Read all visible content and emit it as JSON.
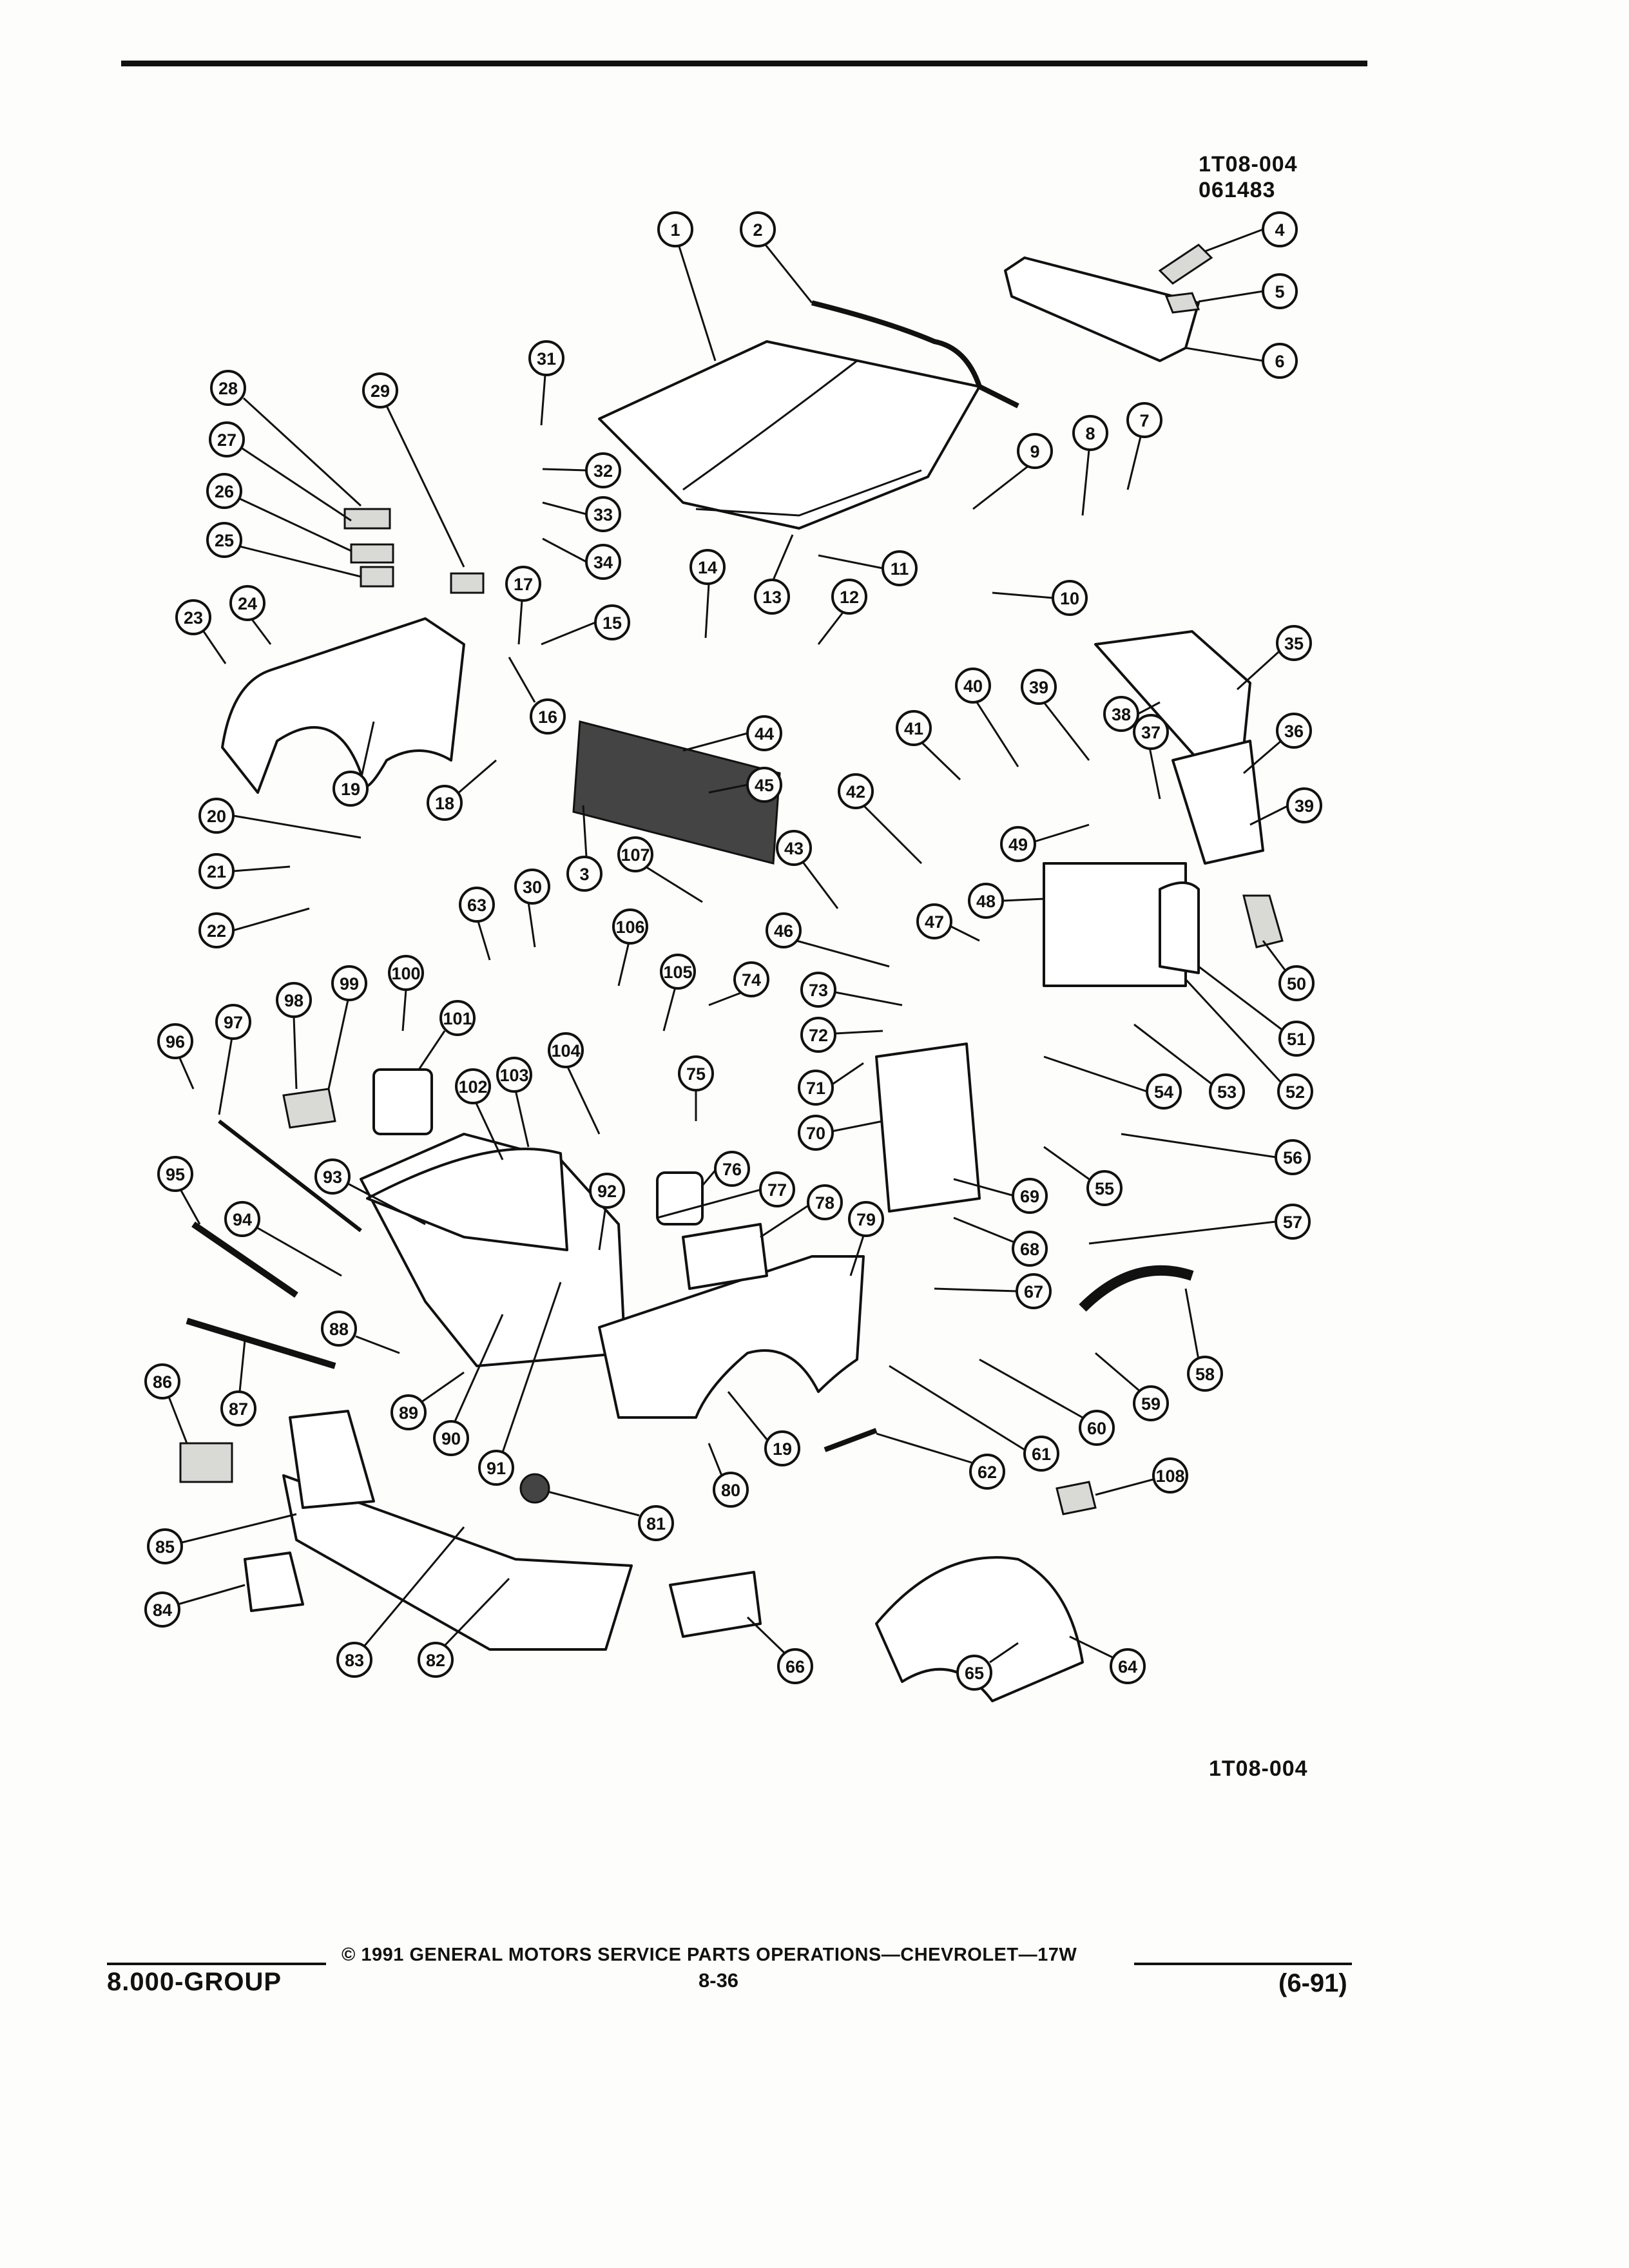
{
  "header": {
    "figure_ref": "1T08-004",
    "date_code": "061483"
  },
  "diagram": {
    "bottom_ref": "1T08-004",
    "callout_numbers": [
      "1",
      "2",
      "3",
      "4",
      "5",
      "6",
      "7",
      "8",
      "9",
      "10",
      "11",
      "12",
      "13",
      "14",
      "15",
      "16",
      "17",
      "18",
      "19",
      "19",
      "20",
      "21",
      "22",
      "23",
      "24",
      "25",
      "26",
      "27",
      "28",
      "29",
      "30",
      "31",
      "32",
      "33",
      "34",
      "35",
      "36",
      "37",
      "38",
      "39",
      "39",
      "40",
      "41",
      "42",
      "43",
      "44",
      "45",
      "46",
      "47",
      "48",
      "49",
      "50",
      "51",
      "52",
      "53",
      "54",
      "55",
      "56",
      "57",
      "58",
      "59",
      "60",
      "61",
      "62",
      "63",
      "64",
      "65",
      "66",
      "67",
      "68",
      "69",
      "70",
      "71",
      "72",
      "73",
      "74",
      "75",
      "76",
      "77",
      "78",
      "79",
      "80",
      "81",
      "82",
      "83",
      "84",
      "85",
      "86",
      "87",
      "88",
      "89",
      "90",
      "91",
      "92",
      "93",
      "94",
      "95",
      "96",
      "97",
      "98",
      "99",
      "100",
      "101",
      "102",
      "103",
      "104",
      "105",
      "106",
      "107",
      "108"
    ]
  },
  "footer": {
    "copyright": "© 1991 GENERAL MOTORS SERVICE PARTS OPERATIONS—CHEVROLET—17W",
    "group": "8.000-GROUP",
    "page": "8-36",
    "date": "(6-91)"
  }
}
